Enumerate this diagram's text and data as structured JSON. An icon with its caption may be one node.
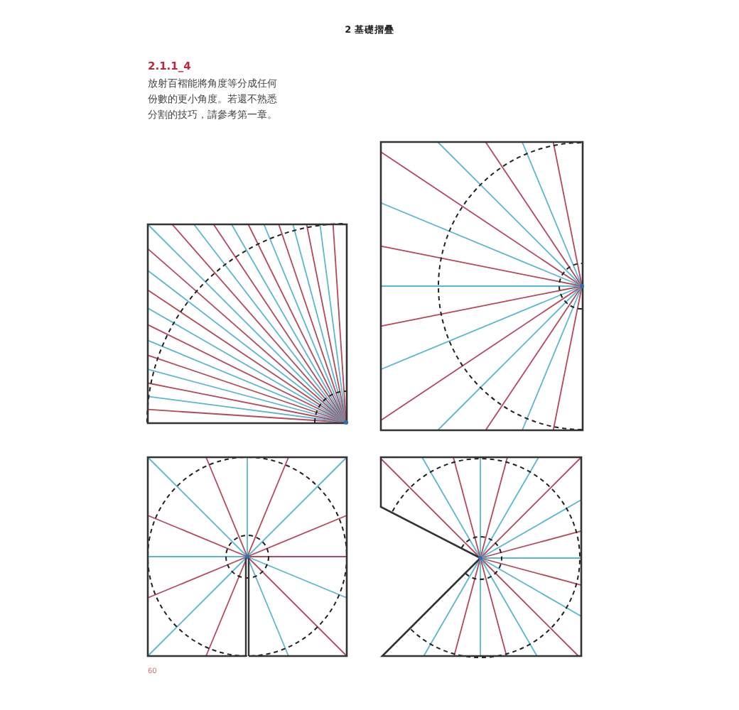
{
  "diagram": {
    "labels": [
      "2 基礎摺疊",
      "2.1.1_4",
      "放射百褶能將角度等分成任何份數的更小角度。若還不熟悉分割的技巧，請參考第一章。",
      "60"
    ]
  }
}
